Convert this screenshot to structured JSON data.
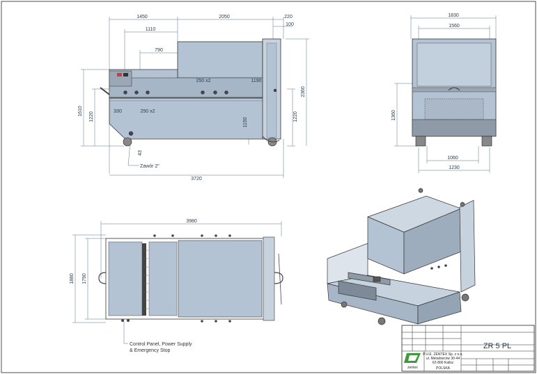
{
  "drawing": {
    "side_view": {
      "top_dims": [
        "1450",
        "2050",
        "220",
        "1110",
        "100",
        "790"
      ],
      "inner_dims": [
        "250 x2",
        "1190",
        "330",
        "250 x2"
      ],
      "vertical_dims": [
        "1610",
        "1220",
        "1150",
        "1220",
        "2360"
      ],
      "bottom_small": "43",
      "valve_label": "Zawór 2\"",
      "overall": "3720"
    },
    "front_view": {
      "top_dims": [
        "1830",
        "1560"
      ],
      "left_dim": "1360",
      "bottom_dims": [
        "1060",
        "1230"
      ]
    },
    "top_view": {
      "overall": "3980",
      "left_dims": [
        "1880",
        "1790"
      ],
      "callout_line1": "Control Panel, Power Supply",
      "callout_line2": "& Emergency Stop"
    },
    "title_block": {
      "model": "ZR 5 PL",
      "company": "P.U.E. ZENTEX Sp. z o.o.",
      "address1": "ul. Metalowców 30-44",
      "address2": "62-800 Kalisz",
      "country": "POLSKA",
      "logo_text": "zentex"
    }
  },
  "colors": {
    "body": "#b4c3d3",
    "body_dark": "#8e9aa8",
    "dim_line": "#55708a",
    "logo_green": "#3f9a3a"
  }
}
